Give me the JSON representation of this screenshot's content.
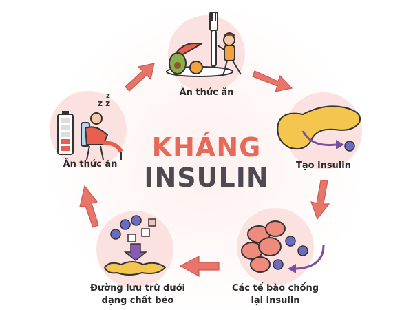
{
  "title": {
    "line1": "KHÁNG",
    "line2": "INSULIN"
  },
  "steps": [
    {
      "label": "Ăn thức ăn"
    },
    {
      "label": "Tạo insulin"
    },
    {
      "label_line1": "Các tế bào chống",
      "label_line2": "lại insulin"
    },
    {
      "label_line1": "Đường lưu trữ dưới",
      "label_line2": "dạng chất béo"
    },
    {
      "label": "Ăn thức ăn"
    }
  ],
  "colors": {
    "accent": "#e66a5a",
    "title_dark": "#4e4a52",
    "circle_bg": "#fbe2e0",
    "arrow": "#e9746a",
    "fat": "#f4c64e",
    "molecule": "#6a6cc0"
  }
}
